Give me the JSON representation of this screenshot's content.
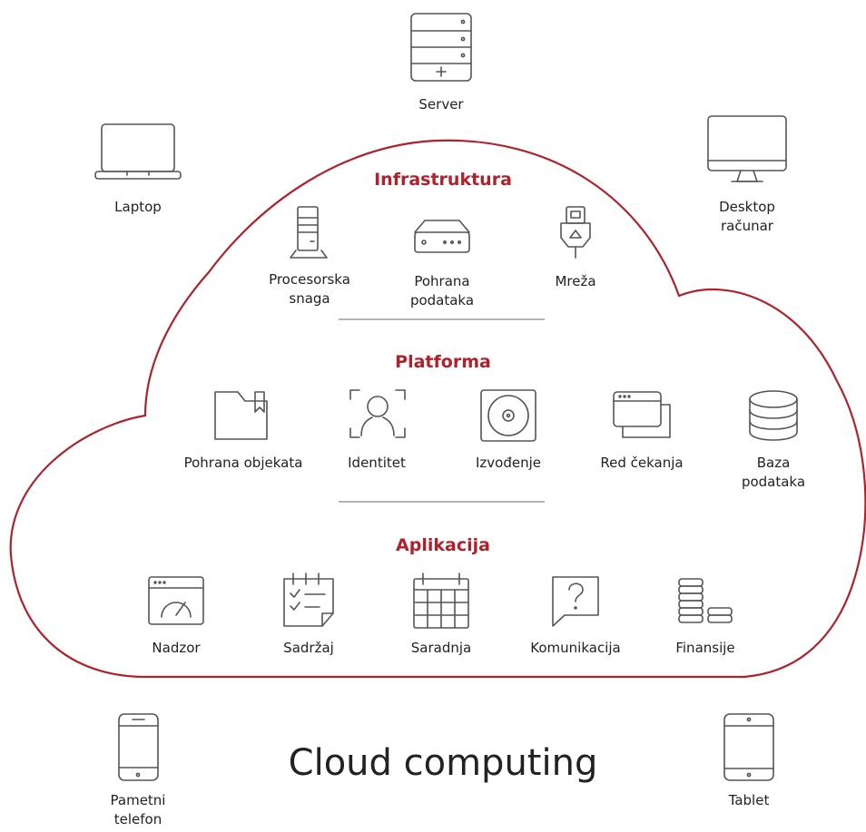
{
  "title": "Cloud computing",
  "colors": {
    "accent": "#b0222b",
    "icon": "#555555",
    "divider": "#888888"
  },
  "devices": {
    "server": "Server",
    "laptop": "Laptop",
    "desktop": "Desktop\nračunar",
    "phone": "Pametni\ntelefon",
    "tablet": "Tablet"
  },
  "infrastructure": {
    "heading": "Infrastruktura",
    "items": [
      "Procesorska\nsnaga",
      "Pohrana\npodataka",
      "Mreža"
    ]
  },
  "platform": {
    "heading": "Platforma",
    "items": [
      "Pohrana objekata",
      "Identitet",
      "Izvođenje",
      "Red čekanja",
      "Baza podataka"
    ]
  },
  "applications": {
    "heading": "Aplikacija",
    "items": [
      "Nadzor",
      "Sadržaj",
      "Saradnja",
      "Komunikacija",
      "Finansije"
    ]
  },
  "icons": {
    "server": "server-icon",
    "laptop": "laptop-icon",
    "desktop": "desktop-monitor-icon",
    "phone": "smartphone-icon",
    "tablet": "tablet-icon",
    "cpu": "tower-cpu-icon",
    "storage": "storage-drive-icon",
    "network": "network-plug-icon",
    "objects": "folder-bookmark-icon",
    "identity": "face-scan-icon",
    "runtime": "disc-icon",
    "queue": "stacked-windows-icon",
    "database": "database-icon",
    "monitoring": "gauge-window-icon",
    "content": "checklist-icon",
    "collaboration": "calendar-grid-icon",
    "communication": "question-bubble-icon",
    "finance": "coin-stacks-icon"
  }
}
